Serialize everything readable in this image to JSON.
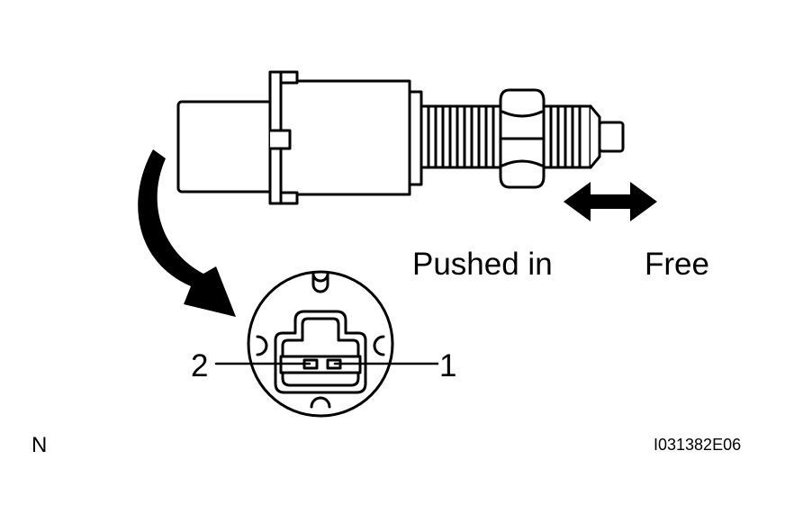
{
  "labels": {
    "pushed_in": "Pushed in",
    "free": "Free",
    "pin_2": "2",
    "pin_1": "1",
    "corner_mark": "N",
    "figure_code": "I031382E06"
  },
  "colors": {
    "stroke": "#000000",
    "background": "#ffffff"
  },
  "icons": {
    "movement": "double-arrow-icon",
    "direction": "curved-arrow-icon"
  }
}
